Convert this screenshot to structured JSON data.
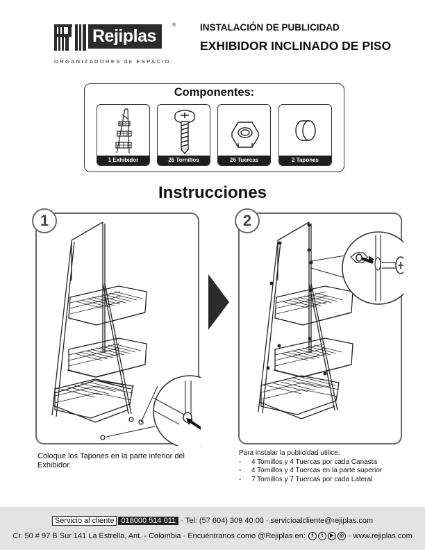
{
  "brand": {
    "name": "Rejiplas",
    "registered_mark": "®",
    "tagline": "ORGANIZADORES de ESPACIO"
  },
  "header": {
    "line1": "INSTALACIÓN DE PUBLICIDAD",
    "line2": "EXHIBIDOR INCLINADO DE PISO"
  },
  "components": {
    "title": "Componentes:",
    "items": [
      {
        "label": "1 Exhibidor",
        "icon": "rack-icon"
      },
      {
        "label": "26 Tornillos",
        "icon": "screw-icon"
      },
      {
        "label": "26 Tuercas",
        "icon": "nut-icon"
      },
      {
        "label": "2 Tapones",
        "icon": "cap-icon"
      }
    ]
  },
  "instructions": {
    "title": "Instrucciones",
    "steps": [
      {
        "number": "1",
        "caption": "Coloque los Tapones en la parte inferior del Exhibidor."
      },
      {
        "number": "2",
        "caption_intro": "Para instalar la publicidad utilice:",
        "bullets": [
          "4 Tornillos y 4 Tuercas por cada Canasta",
          "4  Tornillos y 4 Tuercas en la parte superior",
          "7 Tornillos y 7 Tuercas por cada Lateral"
        ]
      }
    ]
  },
  "footer": {
    "service_label": "Servicio al cliente",
    "phone": "018000 514 011",
    "contact_rest": "· Tel: (57 604) 309 40 00 · servicioalcliente@rejiplas.com",
    "address": "Cr. 50 # 97 B Sur 141 La Estrella, Ant. - Colombia · Encuéntranos como @Rejiplas en:",
    "social_icons": [
      "facebook-icon",
      "twitter-icon",
      "youtube-icon",
      "instagram-icon"
    ],
    "website": "· www.rejiplas.com"
  },
  "colors": {
    "text": "#111111",
    "label_bg": "#1e1e1e",
    "footer_bg": "#e3e3e3",
    "panel_border": "#666666"
  }
}
